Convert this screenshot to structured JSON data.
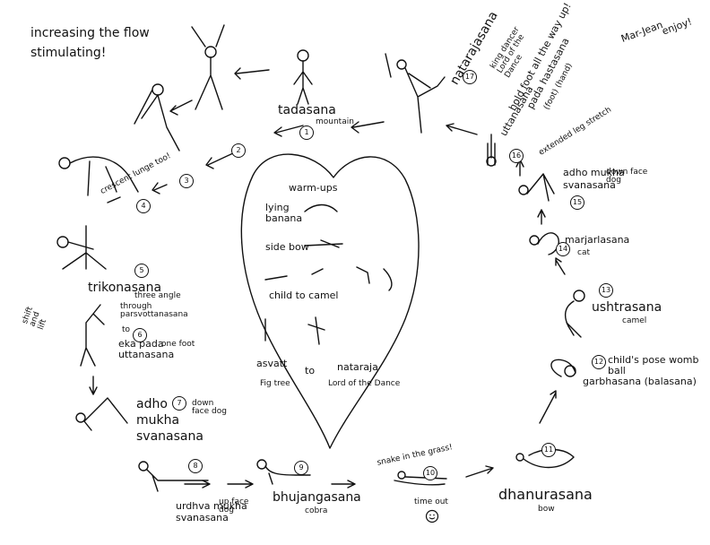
{
  "header": {
    "line1": "increasing the flow",
    "line2": "stimulating!"
  },
  "corner_note": {
    "name": "Mar-Jean",
    "message": "enjoy!"
  },
  "heart": {
    "title": "warm-ups",
    "items": [
      "lying banana",
      "side bow",
      "child to camel",
      "asvatt",
      "Fig tree",
      "to",
      "nataraja",
      "Lord of the Dance"
    ]
  },
  "poses": [
    {
      "num": "1",
      "name": "tadasana",
      "meaning": "mountain"
    },
    {
      "num": "2",
      "name": "",
      "meaning": ""
    },
    {
      "num": "3",
      "name": "",
      "meaning": ""
    },
    {
      "num": "4",
      "name": "",
      "meaning": "crescent lunge too!"
    },
    {
      "num": "5",
      "name": "trikonasana",
      "meaning": "three angle"
    },
    {
      "num": "6",
      "name": "eka pada uttanasana",
      "meaning": "one foot"
    },
    {
      "num": "7",
      "name": "adho mukha svanasana",
      "meaning": "down face dog"
    },
    {
      "num": "8",
      "name": "urdhva mukha svanasana",
      "meaning": "up face dog"
    },
    {
      "num": "9",
      "name": "bhujangasana",
      "meaning": "cobra"
    },
    {
      "num": "10",
      "name": "",
      "meaning": "snake in the grass!"
    },
    {
      "num": "11",
      "name": "dhanurasana",
      "meaning": "bow"
    },
    {
      "num": "12",
      "name": "garbhasana (balasana)",
      "meaning": "child's pose  womb  ball"
    },
    {
      "num": "13",
      "name": "ushtrasana",
      "meaning": "camel"
    },
    {
      "num": "14",
      "name": "marjarlasana",
      "meaning": "cat"
    },
    {
      "num": "15",
      "name": "adho mukha svanasana",
      "meaning": "down face dog"
    },
    {
      "num": "16",
      "name": "uttanasana",
      "meaning": "extended leg stretch"
    },
    {
      "num": "17",
      "name": "natarajasana",
      "meaning": "king dancer  Lord of the Dance"
    }
  ],
  "notes": {
    "shift_and_lift": "shift and lift",
    "through": "through parsvottanasana",
    "to": "to",
    "hold_foot": "hold foot all the way up!",
    "pada_hastasana": "pada hastasana",
    "foot_hand": "(foot) (hand)",
    "time_out": "time out"
  }
}
